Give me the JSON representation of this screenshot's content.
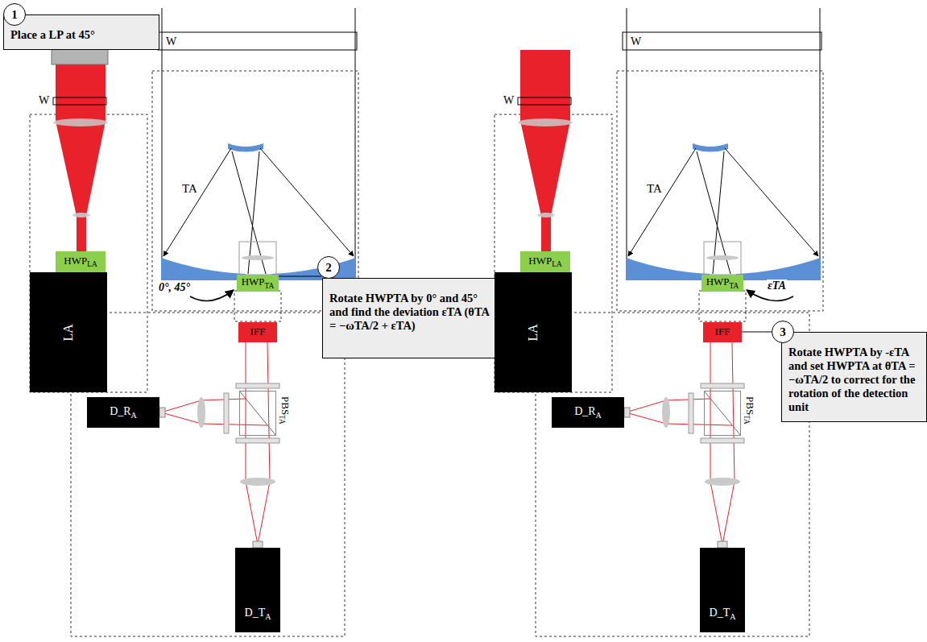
{
  "diagram": {
    "nodes": [
      {
        "text": [
          "1"
        ]
      },
      {
        "text": [
          "Place a LP at 45°"
        ]
      },
      {
        "text": [
          "HWP",
          "LA"
        ]
      },
      {
        "text": [
          "LA"
        ]
      },
      {
        "text": [
          "HWP",
          "TA"
        ]
      },
      {
        "text": [
          "IFF"
        ]
      },
      {
        "text": [
          "D_R",
          "A"
        ]
      },
      {
        "text": [
          "PBS",
          "TA"
        ]
      },
      {
        "text": [
          "D_T",
          "A"
        ]
      },
      {
        "text": [
          "2"
        ]
      },
      {
        "text": [
          "Rotate HWPTA by 0° and 45° and find the deviation εTA (θTA = −ωTA/2 + εTA)"
        ]
      },
      {
        "text": [
          "HWP",
          "LA"
        ]
      },
      {
        "text": [
          "LA"
        ]
      },
      {
        "text": [
          "HWP",
          "TA"
        ]
      },
      {
        "text": [
          "IFF"
        ]
      },
      {
        "text": [
          "D_R",
          "A"
        ]
      },
      {
        "text": [
          "PBS",
          "TA"
        ]
      },
      {
        "text": [
          "D_T",
          "A"
        ]
      },
      {
        "text": [
          "3"
        ]
      },
      {
        "text": [
          "Rotate HWPTA by -εTA and set HWPTA at θTA = −ωTA/2 to correct for the rotation of the detection unit"
        ]
      }
    ],
    "edges": [
      {
        "from": 4,
        "to": 9,
        "arrow": "none"
      },
      {
        "from": 14,
        "to": 18,
        "arrow": "none"
      }
    ],
    "labels": [
      "W",
      "W",
      "TA",
      "0°, 45°",
      "W",
      "W",
      "TA",
      "εTA"
    ]
  }
}
